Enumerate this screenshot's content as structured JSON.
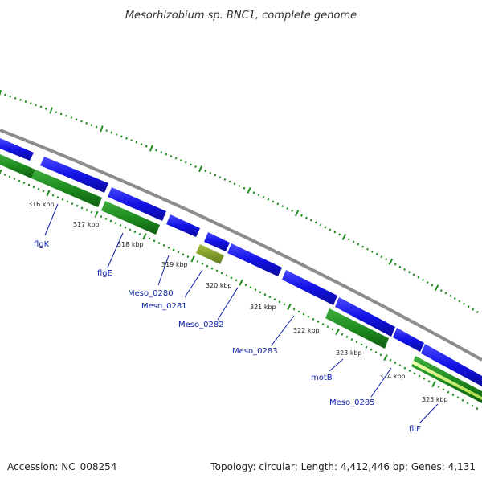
{
  "title": "Mesorhizobium sp. BNC1, complete genome",
  "footer": {
    "accession": "Accession: NC_008254",
    "summary": "Topology: circular; Length: 4,412,446 bp; Genes: 4,131"
  },
  "colors": {
    "background": "#ffffff",
    "backbone": "#8c8c8c",
    "forward_cds": "#1010e0",
    "reverse_cds": "#1e8c1e",
    "olive_feature": "#7a9a28",
    "highlight_feature": "#c8f060",
    "tick_dots": "#1e8c1e",
    "label": "#0b1fa6"
  },
  "ticks": [
    "316 kbp",
    "317 kbp",
    "318 kbp",
    "319 kbp",
    "320 kbp",
    "321 kbp",
    "322 kbp",
    "323 kbp",
    "324 kbp",
    "325 kbp"
  ],
  "genes": [
    "flgK",
    "flgE",
    "Meso_0280",
    "Meso_0281",
    "Meso_0282",
    "Meso_0283",
    "motB",
    "Meso_0285",
    "fliF"
  ]
}
